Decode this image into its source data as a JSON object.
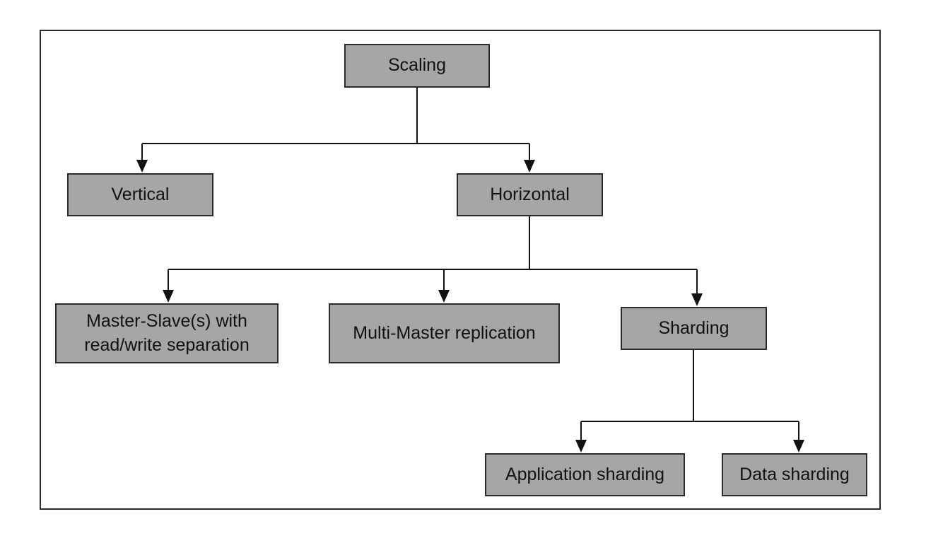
{
  "diagram": {
    "nodes": {
      "scaling": {
        "label": "Scaling"
      },
      "vertical": {
        "label": "Vertical"
      },
      "horizontal": {
        "label": "Horizontal"
      },
      "master_slave": {
        "line1": "Master-Slave(s) with",
        "line2": "read/write separation"
      },
      "multi_master": {
        "label": "Multi-Master replication"
      },
      "sharding": {
        "label": "Sharding"
      },
      "application_sharding": {
        "label": "Application sharding"
      },
      "data_sharding": {
        "label": "Data sharding"
      }
    },
    "edges": [
      {
        "from": "Scaling",
        "to": "Vertical"
      },
      {
        "from": "Scaling",
        "to": "Horizontal"
      },
      {
        "from": "Horizontal",
        "to": "Master-Slave(s) with read/write separation"
      },
      {
        "from": "Horizontal",
        "to": "Multi-Master replication"
      },
      {
        "from": "Horizontal",
        "to": "Sharding"
      },
      {
        "from": "Sharding",
        "to": "Application sharding"
      },
      {
        "from": "Sharding",
        "to": "Data sharding"
      }
    ],
    "colors": {
      "node_fill": "#a6a6a6",
      "stroke": "#2b2b2b",
      "background": "#ffffff"
    }
  }
}
